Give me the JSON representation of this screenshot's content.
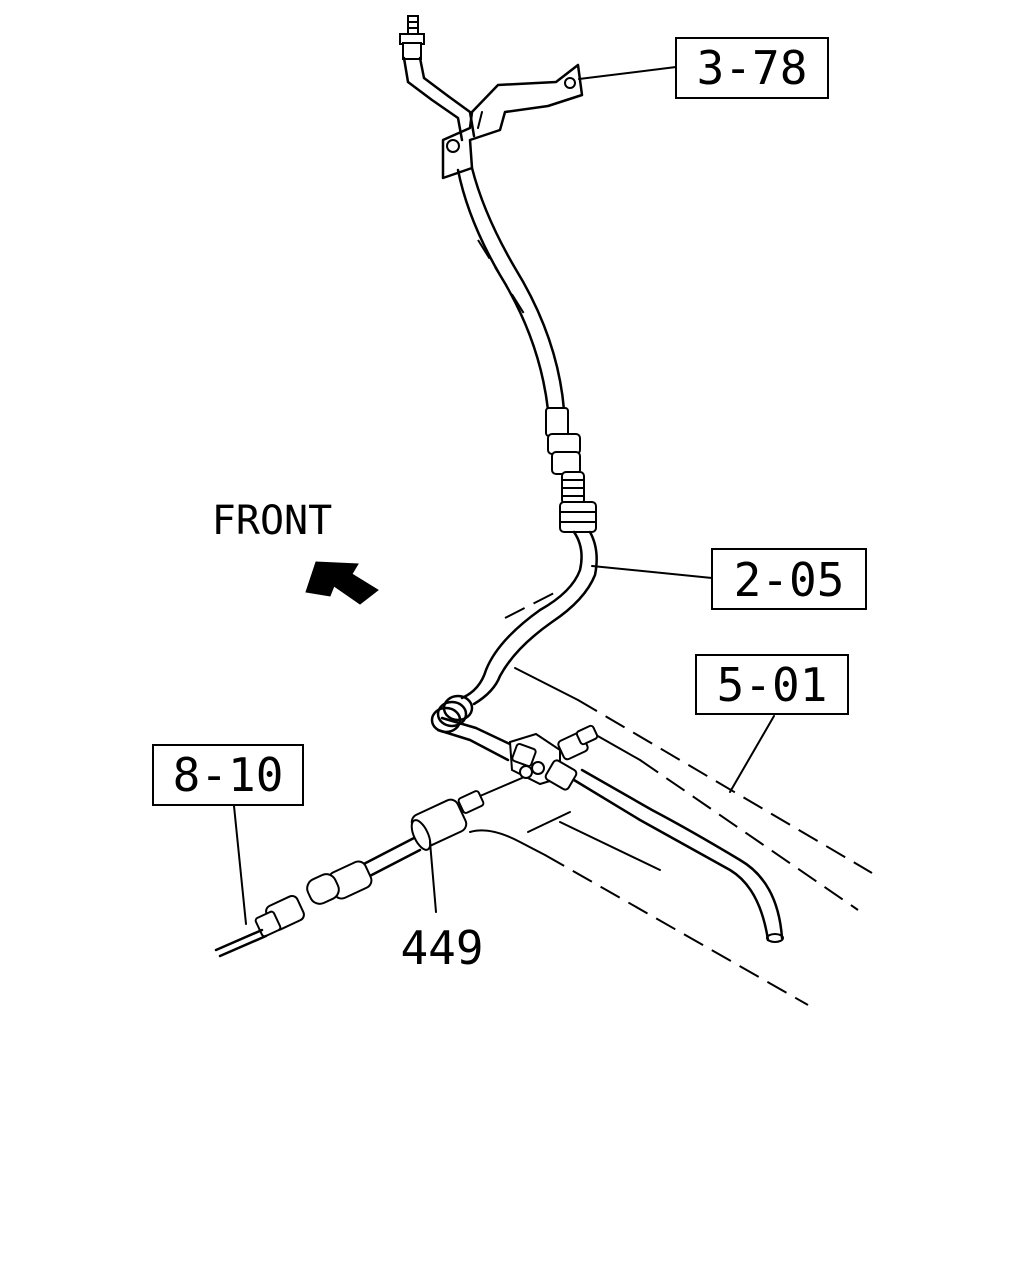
{
  "labels": {
    "front": "FRONT",
    "ref_3_78": "3-78",
    "ref_2_05": "2-05",
    "ref_5_01": "5-01",
    "ref_8_10": "8-10",
    "part_449": "449"
  },
  "icons": {
    "front_arrow": "arrow-up-left-icon"
  }
}
